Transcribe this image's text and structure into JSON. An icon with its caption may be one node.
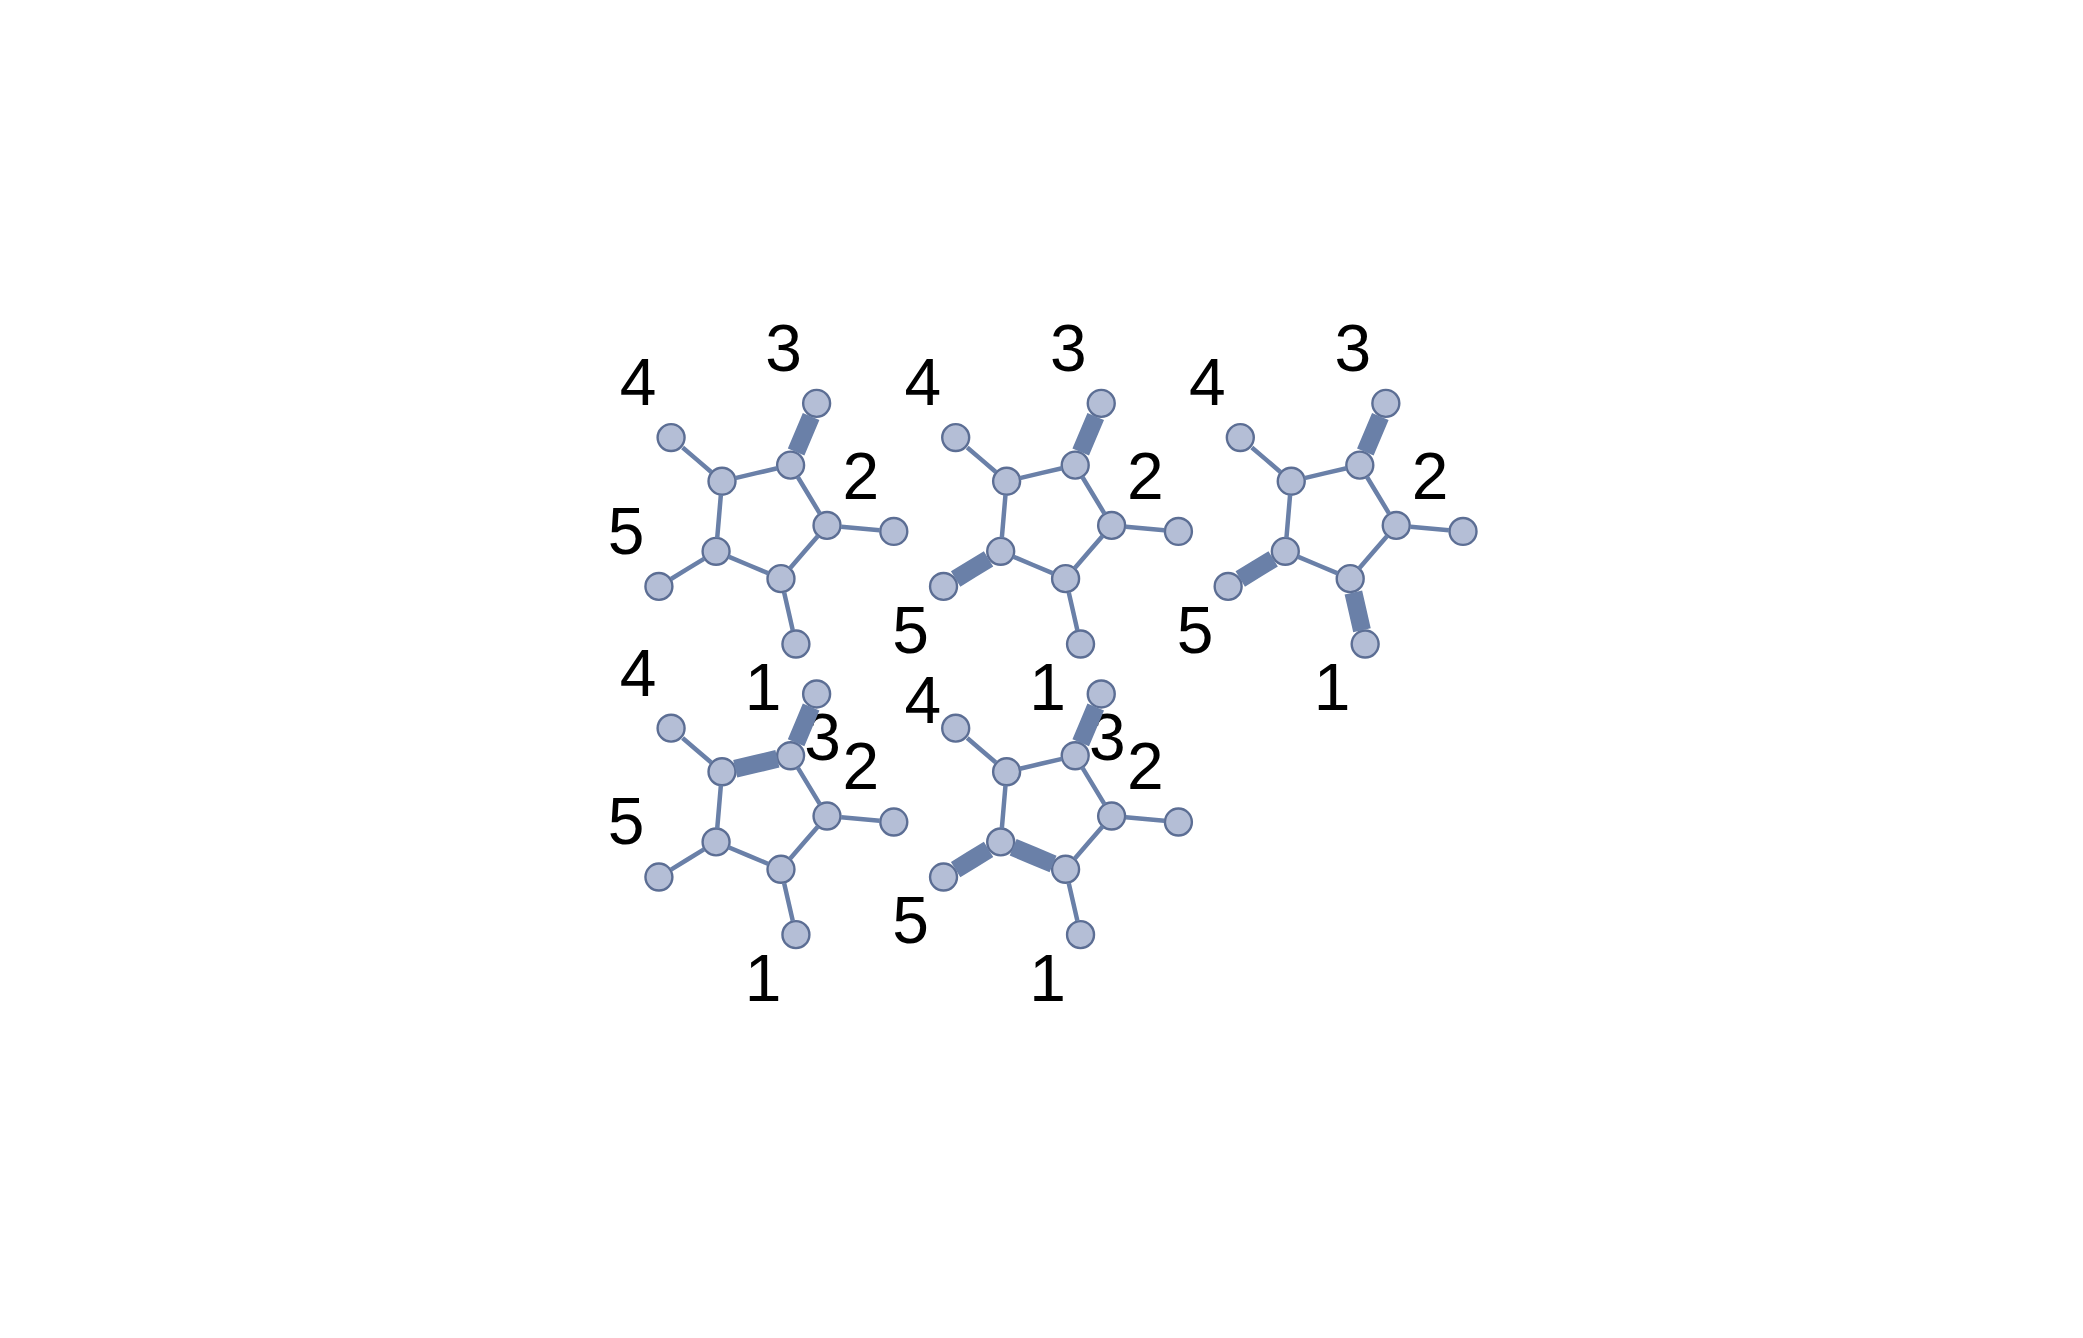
{
  "diagram": {
    "nodes": [
      {
        "text": [],
        "shape": "circle",
        "beside": [
          "4"
        ]
      },
      {
        "text": [],
        "shape": "circle"
      },
      {
        "text": [],
        "shape": "circle",
        "beside": [
          "5"
        ]
      },
      {
        "text": [],
        "shape": "circle",
        "beside": [
          "3"
        ]
      },
      {
        "text": [],
        "shape": "circle"
      },
      {
        "text": [],
        "shape": "circle"
      },
      {
        "text": [],
        "shape": "circle"
      },
      {
        "text": [],
        "shape": "circle"
      },
      {
        "text": [],
        "shape": "circle",
        "beside": [
          "1"
        ]
      },
      {
        "text": [],
        "shape": "circle",
        "beside": [
          "2"
        ]
      },
      {
        "text": [],
        "shape": "circle",
        "beside": [
          "4"
        ]
      },
      {
        "text": [],
        "shape": "circle"
      },
      {
        "text": [],
        "shape": "circle",
        "beside": [
          "5"
        ]
      },
      {
        "text": [],
        "shape": "circle",
        "beside": [
          "3"
        ]
      },
      {
        "text": [],
        "shape": "circle"
      },
      {
        "text": [],
        "shape": "circle"
      },
      {
        "text": [],
        "shape": "circle"
      },
      {
        "text": [],
        "shape": "circle"
      },
      {
        "text": [],
        "shape": "circle",
        "beside": [
          "1"
        ]
      },
      {
        "text": [],
        "shape": "circle",
        "beside": [
          "2"
        ]
      },
      {
        "text": [],
        "shape": "circle",
        "beside": [
          "4"
        ]
      },
      {
        "text": [],
        "shape": "circle"
      },
      {
        "text": [],
        "shape": "circle",
        "beside": [
          "5"
        ]
      },
      {
        "text": [],
        "shape": "circle",
        "beside": [
          "3"
        ]
      },
      {
        "text": [],
        "shape": "circle"
      },
      {
        "text": [],
        "shape": "circle"
      },
      {
        "text": [],
        "shape": "circle"
      },
      {
        "text": [],
        "shape": "circle"
      },
      {
        "text": [],
        "shape": "circle",
        "beside": [
          "1"
        ]
      },
      {
        "text": [],
        "shape": "circle",
        "beside": [
          "2"
        ]
      },
      {
        "text": [],
        "shape": "circle",
        "beside": [
          "4"
        ]
      },
      {
        "text": [],
        "shape": "circle"
      },
      {
        "text": [],
        "shape": "circle",
        "beside": [
          "5"
        ]
      },
      {
        "text": [],
        "shape": "circle",
        "beside": [
          "3"
        ]
      },
      {
        "text": [],
        "shape": "circle"
      },
      {
        "text": [],
        "shape": "circle"
      },
      {
        "text": [],
        "shape": "circle"
      },
      {
        "text": [],
        "shape": "circle"
      },
      {
        "text": [],
        "shape": "circle",
        "beside": [
          "1"
        ]
      },
      {
        "text": [],
        "shape": "circle",
        "beside": [
          "2"
        ]
      },
      {
        "text": [],
        "shape": "circle",
        "beside": [
          "4"
        ]
      },
      {
        "text": [],
        "shape": "circle"
      },
      {
        "text": [],
        "shape": "circle",
        "beside": [
          "5"
        ]
      },
      {
        "text": [],
        "shape": "circle",
        "beside": [
          "3"
        ]
      },
      {
        "text": [],
        "shape": "circle"
      },
      {
        "text": [],
        "shape": "circle"
      },
      {
        "text": [],
        "shape": "circle"
      },
      {
        "text": [],
        "shape": "circle"
      },
      {
        "text": [],
        "shape": "circle",
        "beside": [
          "1"
        ]
      },
      {
        "text": [],
        "shape": "circle",
        "beside": [
          "2"
        ]
      }
    ],
    "edges": [
      {
        "from": 1,
        "to": 4,
        "arrow": "none"
      },
      {
        "from": 1,
        "to": 5,
        "arrow": "none"
      },
      {
        "from": 5,
        "to": 7,
        "arrow": "none"
      },
      {
        "from": 7,
        "to": 6,
        "arrow": "none"
      },
      {
        "from": 6,
        "to": 4,
        "arrow": "none"
      },
      {
        "from": 1,
        "to": 0,
        "arrow": "none"
      },
      {
        "from": 4,
        "to": 2,
        "arrow": "none"
      },
      {
        "from": 5,
        "to": 3,
        "arrow": "none",
        "style": "thick"
      },
      {
        "from": 6,
        "to": 8,
        "arrow": "none"
      },
      {
        "from": 7,
        "to": 9,
        "arrow": "none"
      },
      {
        "from": 11,
        "to": 14,
        "arrow": "none"
      },
      {
        "from": 11,
        "to": 15,
        "arrow": "none"
      },
      {
        "from": 15,
        "to": 17,
        "arrow": "none"
      },
      {
        "from": 17,
        "to": 16,
        "arrow": "none"
      },
      {
        "from": 16,
        "to": 14,
        "arrow": "none"
      },
      {
        "from": 11,
        "to": 10,
        "arrow": "none"
      },
      {
        "from": 14,
        "to": 12,
        "arrow": "none",
        "style": "thick"
      },
      {
        "from": 15,
        "to": 13,
        "arrow": "none",
        "style": "thick"
      },
      {
        "from": 16,
        "to": 18,
        "arrow": "none"
      },
      {
        "from": 17,
        "to": 19,
        "arrow": "none"
      },
      {
        "from": 21,
        "to": 24,
        "arrow": "none"
      },
      {
        "from": 21,
        "to": 25,
        "arrow": "none"
      },
      {
        "from": 25,
        "to": 27,
        "arrow": "none"
      },
      {
        "from": 27,
        "to": 26,
        "arrow": "none"
      },
      {
        "from": 26,
        "to": 24,
        "arrow": "none"
      },
      {
        "from": 21,
        "to": 20,
        "arrow": "none"
      },
      {
        "from": 24,
        "to": 22,
        "arrow": "none",
        "style": "thick"
      },
      {
        "from": 25,
        "to": 23,
        "arrow": "none",
        "style": "thick"
      },
      {
        "from": 26,
        "to": 28,
        "arrow": "none",
        "style": "thick"
      },
      {
        "from": 27,
        "to": 29,
        "arrow": "none"
      },
      {
        "from": 31,
        "to": 34,
        "arrow": "none"
      },
      {
        "from": 31,
        "to": 35,
        "arrow": "none",
        "style": "thick"
      },
      {
        "from": 35,
        "to": 37,
        "arrow": "none"
      },
      {
        "from": 37,
        "to": 36,
        "arrow": "none"
      },
      {
        "from": 36,
        "to": 34,
        "arrow": "none"
      },
      {
        "from": 31,
        "to": 30,
        "arrow": "none"
      },
      {
        "from": 34,
        "to": 32,
        "arrow": "none"
      },
      {
        "from": 35,
        "to": 33,
        "arrow": "none",
        "style": "thick"
      },
      {
        "from": 36,
        "to": 38,
        "arrow": "none"
      },
      {
        "from": 37,
        "to": 39,
        "arrow": "none"
      },
      {
        "from": 41,
        "to": 44,
        "arrow": "none"
      },
      {
        "from": 41,
        "to": 45,
        "arrow": "none"
      },
      {
        "from": 45,
        "to": 47,
        "arrow": "none"
      },
      {
        "from": 47,
        "to": 46,
        "arrow": "none"
      },
      {
        "from": 46,
        "to": 44,
        "arrow": "none",
        "style": "thick"
      },
      {
        "from": 41,
        "to": 40,
        "arrow": "none"
      },
      {
        "from": 44,
        "to": 42,
        "arrow": "none",
        "style": "thick"
      },
      {
        "from": 45,
        "to": 43,
        "arrow": "none",
        "style": "thick"
      },
      {
        "from": 46,
        "to": 48,
        "arrow": "none"
      },
      {
        "from": 47,
        "to": 49,
        "arrow": "none"
      }
    ]
  }
}
